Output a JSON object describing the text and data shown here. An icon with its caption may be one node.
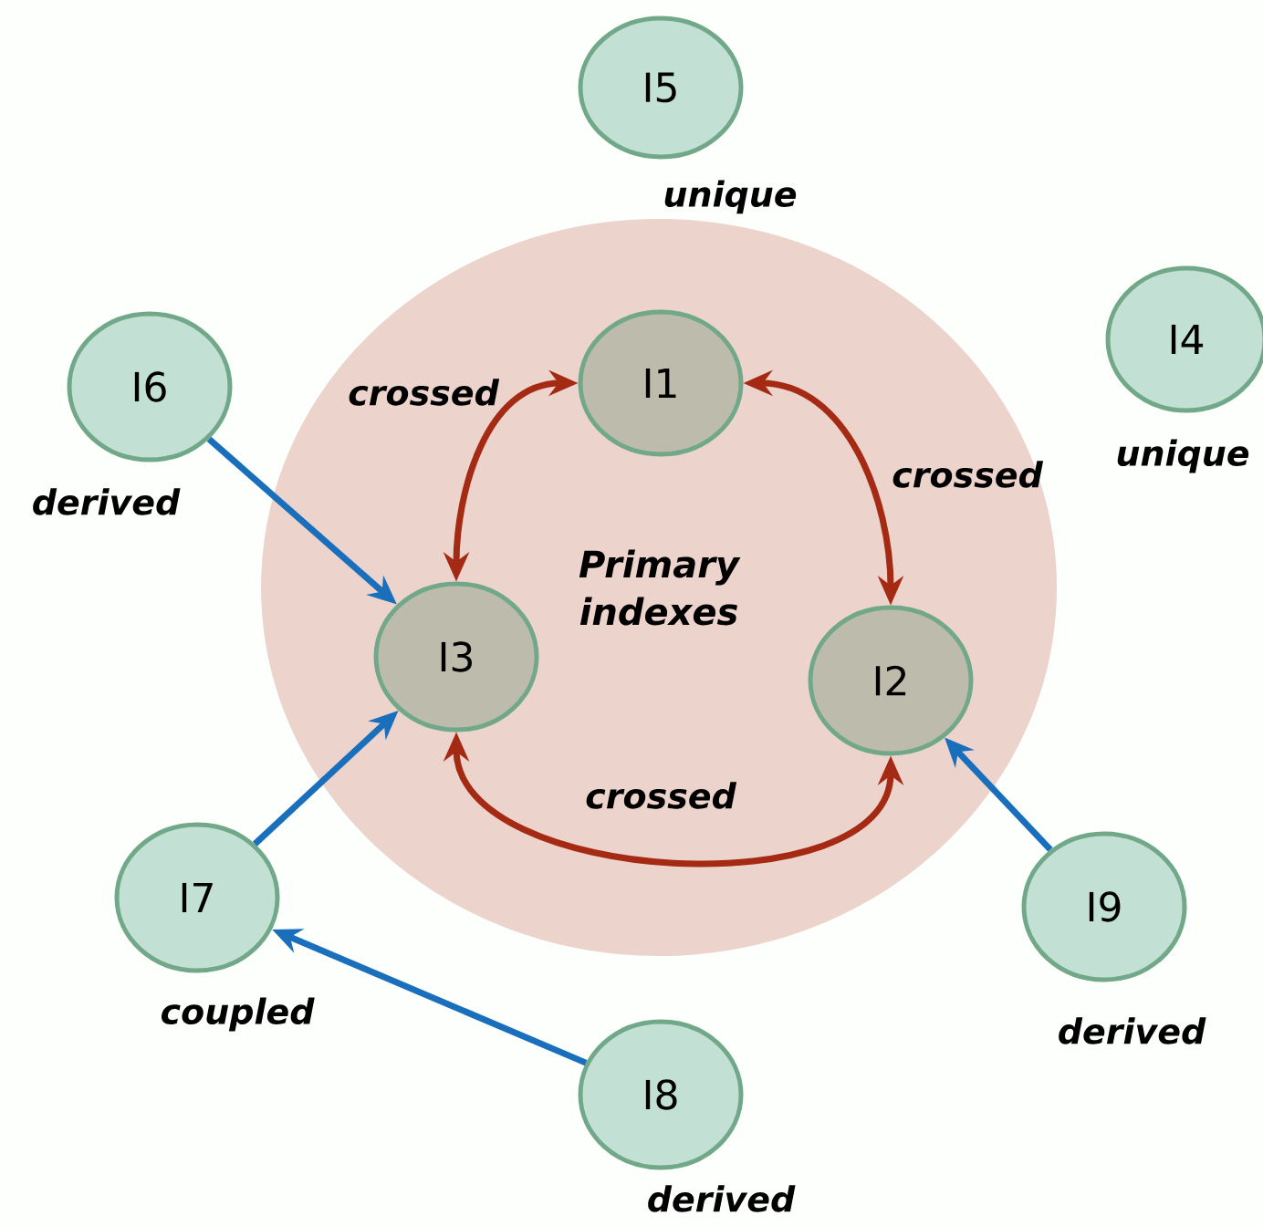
{
  "diagram": {
    "nodes": [
      {
        "text": [
          "I5"
        ],
        "beside": [
          "unique"
        ]
      },
      {
        "text": [
          "Primary indexes"
        ]
      },
      {
        "text": [
          "I1"
        ],
        "in": 1
      },
      {
        "text": [
          "I2"
        ],
        "in": 1
      },
      {
        "text": [
          "I3"
        ],
        "in": 1
      },
      {
        "text": [
          "I4"
        ],
        "beside": [
          "unique"
        ]
      },
      {
        "text": [
          "I6"
        ],
        "beside": [
          "derived"
        ]
      },
      {
        "text": [
          "I7"
        ],
        "beside": [
          "coupled"
        ]
      },
      {
        "text": [
          "I9"
        ],
        "beside": [
          "derived"
        ]
      },
      {
        "text": [
          "I8"
        ],
        "beside": [
          "derived"
        ]
      }
    ],
    "edges": [
      {
        "from": 2,
        "to": 4,
        "arrow": "both",
        "label": "crossed",
        "color": "#a52a14"
      },
      {
        "from": 2,
        "to": 3,
        "arrow": "both",
        "label": "crossed",
        "color": "#a52a14"
      },
      {
        "from": 4,
        "to": 3,
        "arrow": "both",
        "label": "crossed",
        "color": "#a52a14"
      },
      {
        "from": 6,
        "to": 4,
        "arrow": "to"
      },
      {
        "from": 7,
        "to": 4,
        "arrow": "to"
      },
      {
        "from": 9,
        "to": 7,
        "arrow": "to"
      },
      {
        "from": 8,
        "to": 3,
        "arrow": "to"
      }
    ]
  }
}
